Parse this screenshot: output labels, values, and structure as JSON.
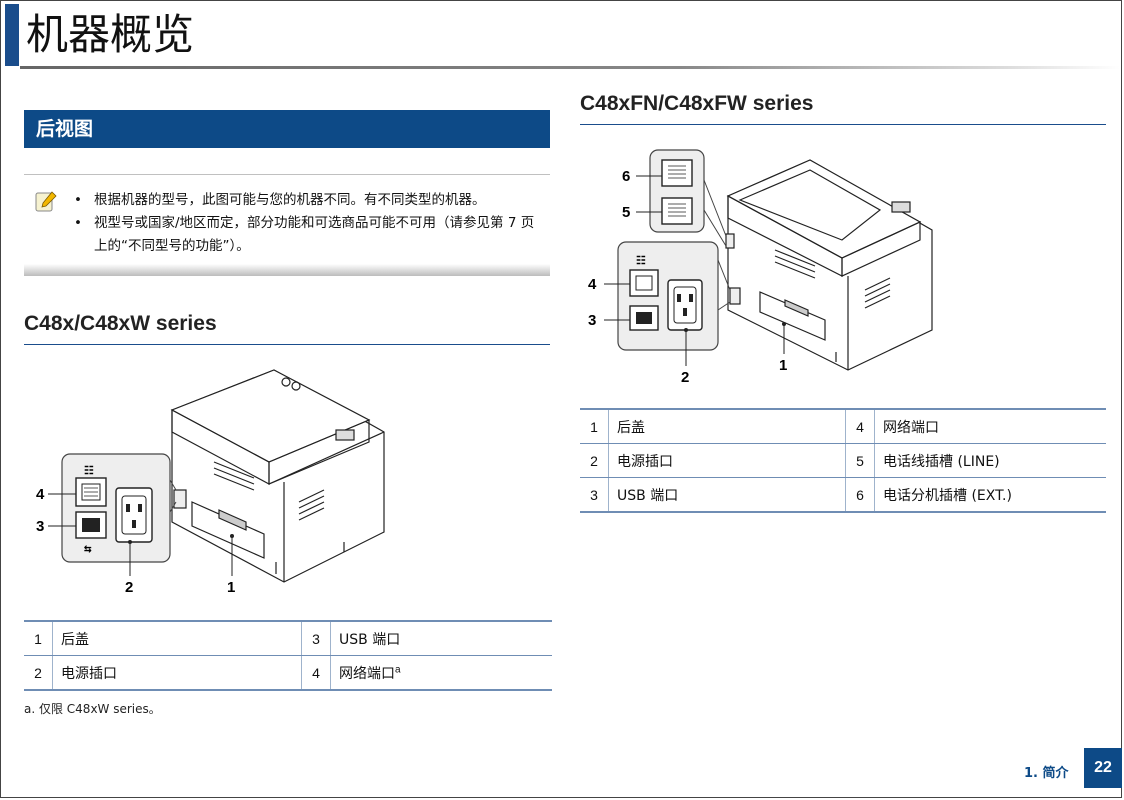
{
  "page": {
    "title": "机器概览",
    "section_title": "后视图",
    "footer_label": "1. 简介",
    "page_number": "22"
  },
  "note": {
    "items": [
      "根据机器的型号，此图可能与您的机器不同。有不同类型的机器。",
      "视型号或国家/地区而定，部分功能和可选商品可能不可用（请参见第 7 页上的“不同型号的功能”）。"
    ]
  },
  "left": {
    "heading": "C48x/C48xW series",
    "callouts": [
      "4",
      "3",
      "2",
      "1"
    ],
    "parts": [
      {
        "n": "1",
        "label": "后盖",
        "n2": "3",
        "label2": "USB 端口"
      },
      {
        "n": "2",
        "label": "电源插口",
        "n2": "4",
        "label2": "网络端口",
        "sup": "a"
      }
    ],
    "footnote": "a. 仅限 C48xW series。"
  },
  "right": {
    "heading": "C48xFN/C48xFW series",
    "callouts": [
      "6",
      "5",
      "4",
      "3",
      "2",
      "1"
    ],
    "parts": [
      {
        "n": "1",
        "label": "后盖",
        "n2": "4",
        "label2": "网络端口"
      },
      {
        "n": "2",
        "label": "电源插口",
        "n2": "5",
        "label2": "电话线插槽 (LINE)"
      },
      {
        "n": "3",
        "label": "USB 端口",
        "n2": "6",
        "label2": "电话分机插槽 (EXT.)"
      }
    ]
  }
}
